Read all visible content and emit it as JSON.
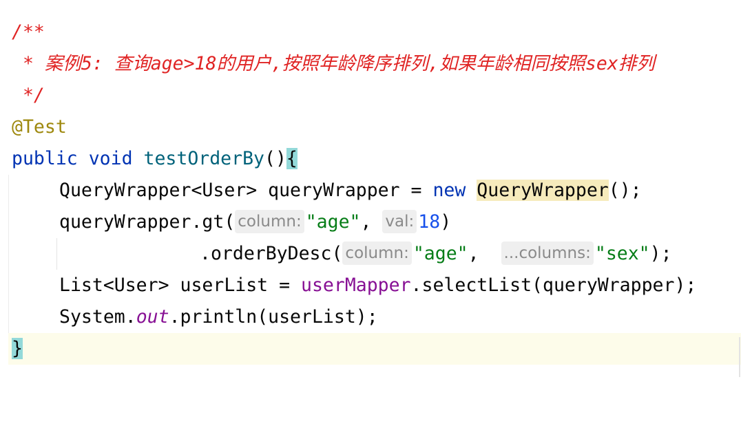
{
  "editor": {
    "comment_open": "/**",
    "comment_body": " * 案例5: 查询age>18的用户,按照年龄降序排列,如果年龄相同按照sex排列",
    "comment_close": " */",
    "annotation": "@Test",
    "line5": {
      "kw_public": "public",
      "kw_void": "void",
      "method_name": "testOrderBy",
      "parens": "()",
      "brace_open": "{"
    },
    "line6": {
      "decl": "QueryWrapper<User> queryWrapper = ",
      "kw_new": "new",
      "ctor": "QueryWrapper",
      "tail": "();"
    },
    "line7": {
      "call": "queryWrapper.gt(",
      "hint_column": "column:",
      "arg_age": "\"age\"",
      "comma": ",",
      "hint_val": "val:",
      "arg_num": "18",
      "close": ")"
    },
    "line8": {
      "call": ".orderByDesc(",
      "hint_column": "column:",
      "arg_age": "\"age\"",
      "comma": ",",
      "hint_columns": "...columns:",
      "arg_sex": "\"sex\"",
      "close": ");"
    },
    "line9": {
      "decl": "List<User> userList = ",
      "field": "userMapper",
      "call": ".selectList(queryWrapper);"
    },
    "line10": {
      "prefix": "System.",
      "static_field": "out",
      "call": ".println(userList);"
    },
    "line11": {
      "brace_close": "}"
    }
  },
  "colors": {
    "comment": "#e02424",
    "annotation": "#9e880d",
    "keyword": "#0033b3",
    "method_declaration": "#00627a",
    "instance_field": "#871094",
    "string": "#067d17",
    "number": "#1750eb",
    "brace_match": "#93d9d9",
    "usage_highlight": "#f6ebbc",
    "current_line": "#fdfcea"
  }
}
